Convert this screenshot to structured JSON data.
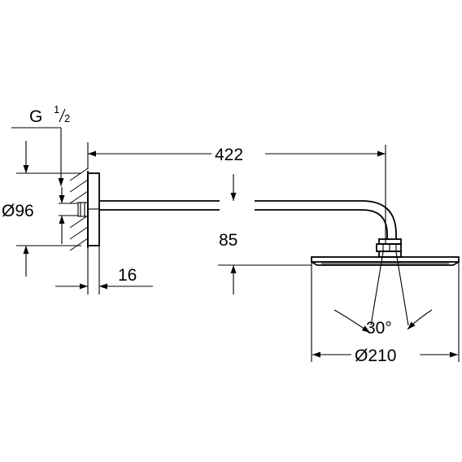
{
  "labels": {
    "thread": "G",
    "thread_num": "1",
    "thread_den": "2",
    "length": "422",
    "diameter_flange": "Ø96",
    "drop": "85",
    "wall_depth": "16",
    "angle": "30°",
    "diameter_head": "Ø210"
  }
}
